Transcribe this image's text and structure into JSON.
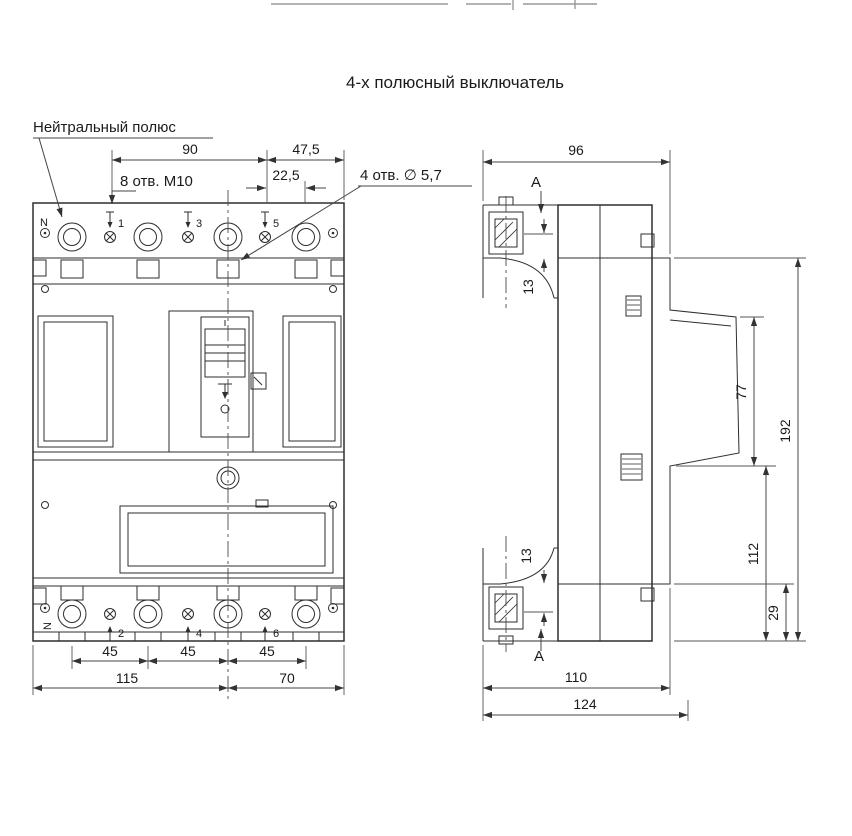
{
  "title": "4-х полюсный выключатель",
  "front_view": {
    "neutral_label": "Нейтральный полюс",
    "holes_top_label": "8 отв. М10",
    "holes_small_label": "4 отв. ∅ 5,7",
    "dims": {
      "w90": "90",
      "w47_5": "47,5",
      "w22_5": "22,5",
      "p45a": "45",
      "p45b": "45",
      "p45c": "45",
      "w115": "115",
      "w70": "70"
    },
    "poles_top": {
      "n": "N",
      "p1": "1",
      "p3": "3",
      "p5": "5"
    },
    "poles_bottom": {
      "n": "N",
      "p2": "2",
      "p4": "4",
      "p6": "6"
    }
  },
  "side_view": {
    "section_label_top": "А",
    "section_label_bottom": "А",
    "dims": {
      "d96": "96",
      "d13_top": "13",
      "d13_bot": "13",
      "d77": "77",
      "d192": "192",
      "d112": "112",
      "d29": "29",
      "d110": "110",
      "d124": "124"
    }
  }
}
